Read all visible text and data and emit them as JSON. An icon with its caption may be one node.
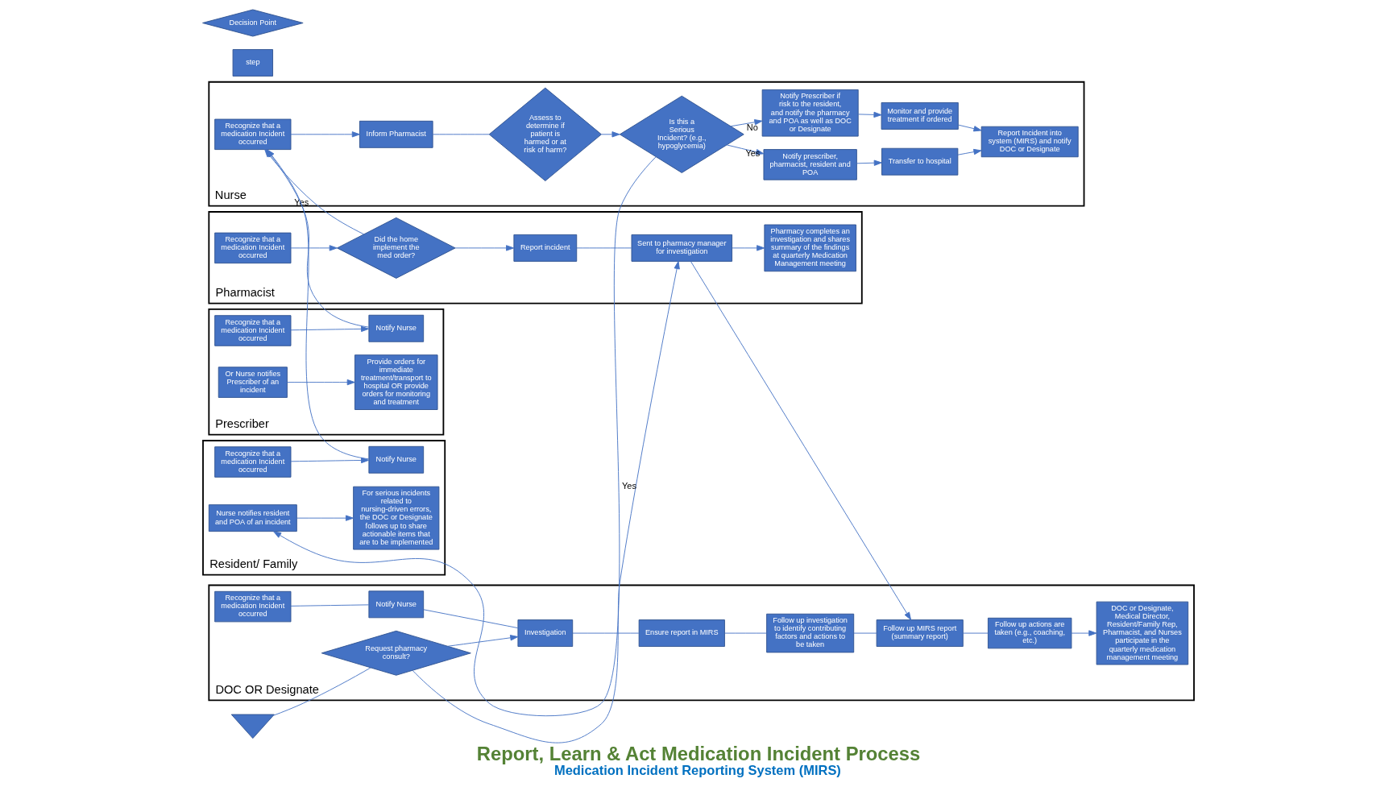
{
  "diagram": {
    "title": "Report, Learn & Act Medication Incident Process",
    "caption": "Medication Incident Reporting System (MIRS)",
    "nodes": [
      {
        "text": [
          "Nurse"
        ]
      },
      {
        "text": [
          "Recognize that a medication Incident occurred"
        ],
        "in": 0
      },
      {
        "text": [
          "Inform Pharmacist"
        ],
        "in": 0
      },
      {
        "text": [
          "Assess to determine if patient is harmed or at risk of harm?"
        ],
        "in": 0
      },
      {
        "text": [
          "Is this a Serious Incident? (e.g., hypoglycemia)"
        ],
        "in": 0
      },
      {
        "text": [
          "Notify prescriber, pharmacist, resident and POA"
        ],
        "in": 0
      },
      {
        "text": [
          "Transfer to hospital"
        ],
        "in": 0
      },
      {
        "text": [
          "Notify Prescriber if risk to the resident, and notify the pharmacy and POA as well as DOC or Designate"
        ],
        "in": 0
      },
      {
        "text": [
          "Monitor and provide treatment if ordered"
        ],
        "in": 0
      },
      {
        "text": [
          "Report Incident into system (MIRS) and notify DOC or Designate"
        ],
        "in": 0
      },
      {
        "text": [],
        "shape": "arrow"
      },
      {
        "text": [
          "Pharmacist"
        ]
      },
      {
        "text": [
          "Recognize that a medication Incident occurred"
        ],
        "in": 11
      },
      {
        "text": [
          "Did the home implement the med order?"
        ],
        "in": 11
      },
      {
        "text": [
          "Report incident"
        ],
        "in": 11
      },
      {
        "text": [
          "Sent to pharmacy manager for investigation"
        ],
        "in": 11
      },
      {
        "text": [
          "Pharmacy completes an investigation and shares summary of the findings at quarterly Medication Management meeting"
        ],
        "in": 11
      },
      {
        "text": [
          "Prescriber"
        ]
      },
      {
        "text": [
          "Recognize that a medication Incident occurred"
        ],
        "in": 17
      },
      {
        "text": [
          "Notify Nurse"
        ],
        "in": 17
      },
      {
        "text": [
          "Or Nurse notifies Prescriber of an incident"
        ],
        "in": 17
      },
      {
        "text": [
          "Provide orders for immediate treatment/transport to hospital OR provide orders for monitoring and treatment"
        ],
        "in": 17
      },
      {
        "text": [
          "Resident/ Family"
        ]
      },
      {
        "text": [
          "Recognize that a medication Incident occurred"
        ],
        "in": 22
      },
      {
        "text": [
          "Notify Nurse"
        ],
        "in": 22
      },
      {
        "text": [
          "Nurse notifies resident and POA of an incident"
        ],
        "in": 22
      },
      {
        "text": [
          "For serious incidents related to nursing-driven errors, the DOC or Designate follows up to share actionable items that are to be implemented"
        ],
        "in": 22
      },
      {
        "text": [
          "DOC OR Designate"
        ]
      },
      {
        "text": [
          "Recognize that a medication Incident occurred"
        ],
        "in": 27
      },
      {
        "text": [
          "Notify Nurse"
        ],
        "in": 27
      },
      {
        "text": [
          "Request pharmacy consult?"
        ],
        "in": 27
      },
      {
        "text": [
          "Investigation"
        ],
        "in": 27
      },
      {
        "text": [
          "Ensure report in MIRS"
        ],
        "in": 27
      },
      {
        "text": [
          "Follow up investigation to identify contributing factors and actions to be taken"
        ],
        "in": 27
      },
      {
        "text": [
          "Follow up MIRS report (summary report)"
        ],
        "in": 27
      },
      {
        "text": [
          "Follow up actions are taken (e.g., coaching, etc.)"
        ],
        "in": 27
      },
      {
        "text": [
          "DOC or Designate, Medical Director, Resident/Family Rep, Pharmacist, and Nurses participate in the quarterly medication management meeting"
        ],
        "in": 27
      },
      {
        "text": [
          "step"
        ]
      },
      {
        "text": [
          "Decision Point"
        ]
      }
    ],
    "edges": [
      {
        "from": 1,
        "to": 2,
        "arrow": "to"
      },
      {
        "from": 2,
        "to": 3,
        "arrow": "none"
      },
      {
        "from": 3,
        "to": 4,
        "arrow": "to"
      },
      {
        "from": 4,
        "to": 5,
        "arrow": "to",
        "label": "Yes"
      },
      {
        "from": 4,
        "to": 7,
        "arrow": "to",
        "label": "No"
      },
      {
        "from": 5,
        "to": 6,
        "arrow": "to"
      },
      {
        "from": 6,
        "to": 9,
        "arrow": "to"
      },
      {
        "from": 7,
        "to": 8,
        "arrow": "to"
      },
      {
        "from": 8,
        "to": 9,
        "arrow": "to"
      },
      {
        "from": 4,
        "to": 25,
        "arrow": "to"
      },
      {
        "from": 12,
        "to": 13,
        "arrow": "to"
      },
      {
        "from": 13,
        "to": 14,
        "arrow": "to"
      },
      {
        "from": 13,
        "to": 1,
        "arrow": "to",
        "label": "Yes"
      },
      {
        "from": 14,
        "to": 15,
        "arrow": "none"
      },
      {
        "from": 15,
        "to": 16,
        "arrow": "to"
      },
      {
        "from": 15,
        "to": 34,
        "arrow": "to"
      },
      {
        "from": 18,
        "to": 19,
        "arrow": "to"
      },
      {
        "from": 19,
        "to": 1,
        "arrow": "to"
      },
      {
        "from": 20,
        "to": 21,
        "arrow": "to"
      },
      {
        "from": 23,
        "to": 24,
        "arrow": "to"
      },
      {
        "from": 24,
        "to": 1,
        "arrow": "to"
      },
      {
        "from": 25,
        "to": 26,
        "arrow": "to"
      },
      {
        "from": 28,
        "to": 29,
        "arrow": "none"
      },
      {
        "from": 29,
        "to": 31,
        "arrow": "none"
      },
      {
        "from": 31,
        "to": 32,
        "arrow": "none"
      },
      {
        "from": 32,
        "to": 33,
        "arrow": "none"
      },
      {
        "from": 33,
        "to": 34,
        "arrow": "none"
      },
      {
        "from": 34,
        "to": 35,
        "arrow": "none"
      },
      {
        "from": 35,
        "to": 36,
        "arrow": "to"
      },
      {
        "from": 10,
        "to": 30,
        "arrow": "none"
      },
      {
        "from": 30,
        "to": 15,
        "arrow": "to",
        "label": "Yes"
      },
      {
        "from": 30,
        "to": 31,
        "arrow": "to"
      }
    ]
  }
}
